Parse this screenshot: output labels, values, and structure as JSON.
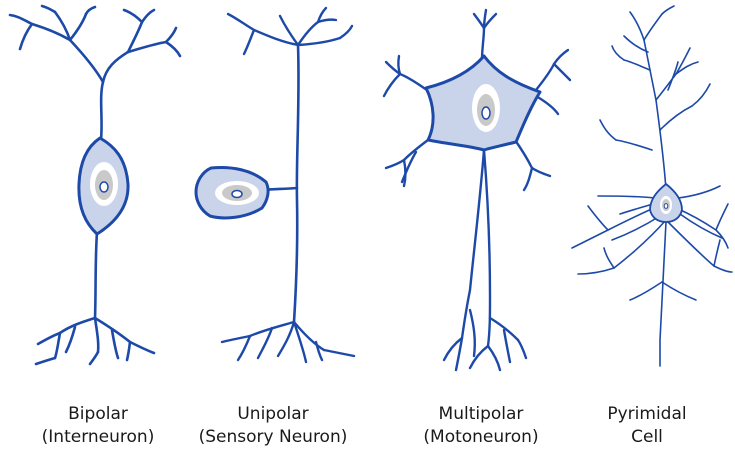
{
  "colors": {
    "line": "#1d4aa8",
    "cell_fill": "#c9d3ea",
    "halo_fill": "#ffffff",
    "nucleus_fill": "#c9c9c9",
    "nucleolus_fill": "#ffffff",
    "label_text": "#1a1a1a"
  },
  "neurons": [
    {
      "id": "bipolar",
      "line1": "Bipolar",
      "line2": "(Interneuron)"
    },
    {
      "id": "unipolar",
      "line1": "Unipolar",
      "line2": "(Sensory Neuron)"
    },
    {
      "id": "multipolar",
      "line1": "Multipolar",
      "line2": "(Motoneuron)"
    },
    {
      "id": "pyramidal",
      "line1": "Pyrimidal",
      "line2": "Cell"
    }
  ]
}
